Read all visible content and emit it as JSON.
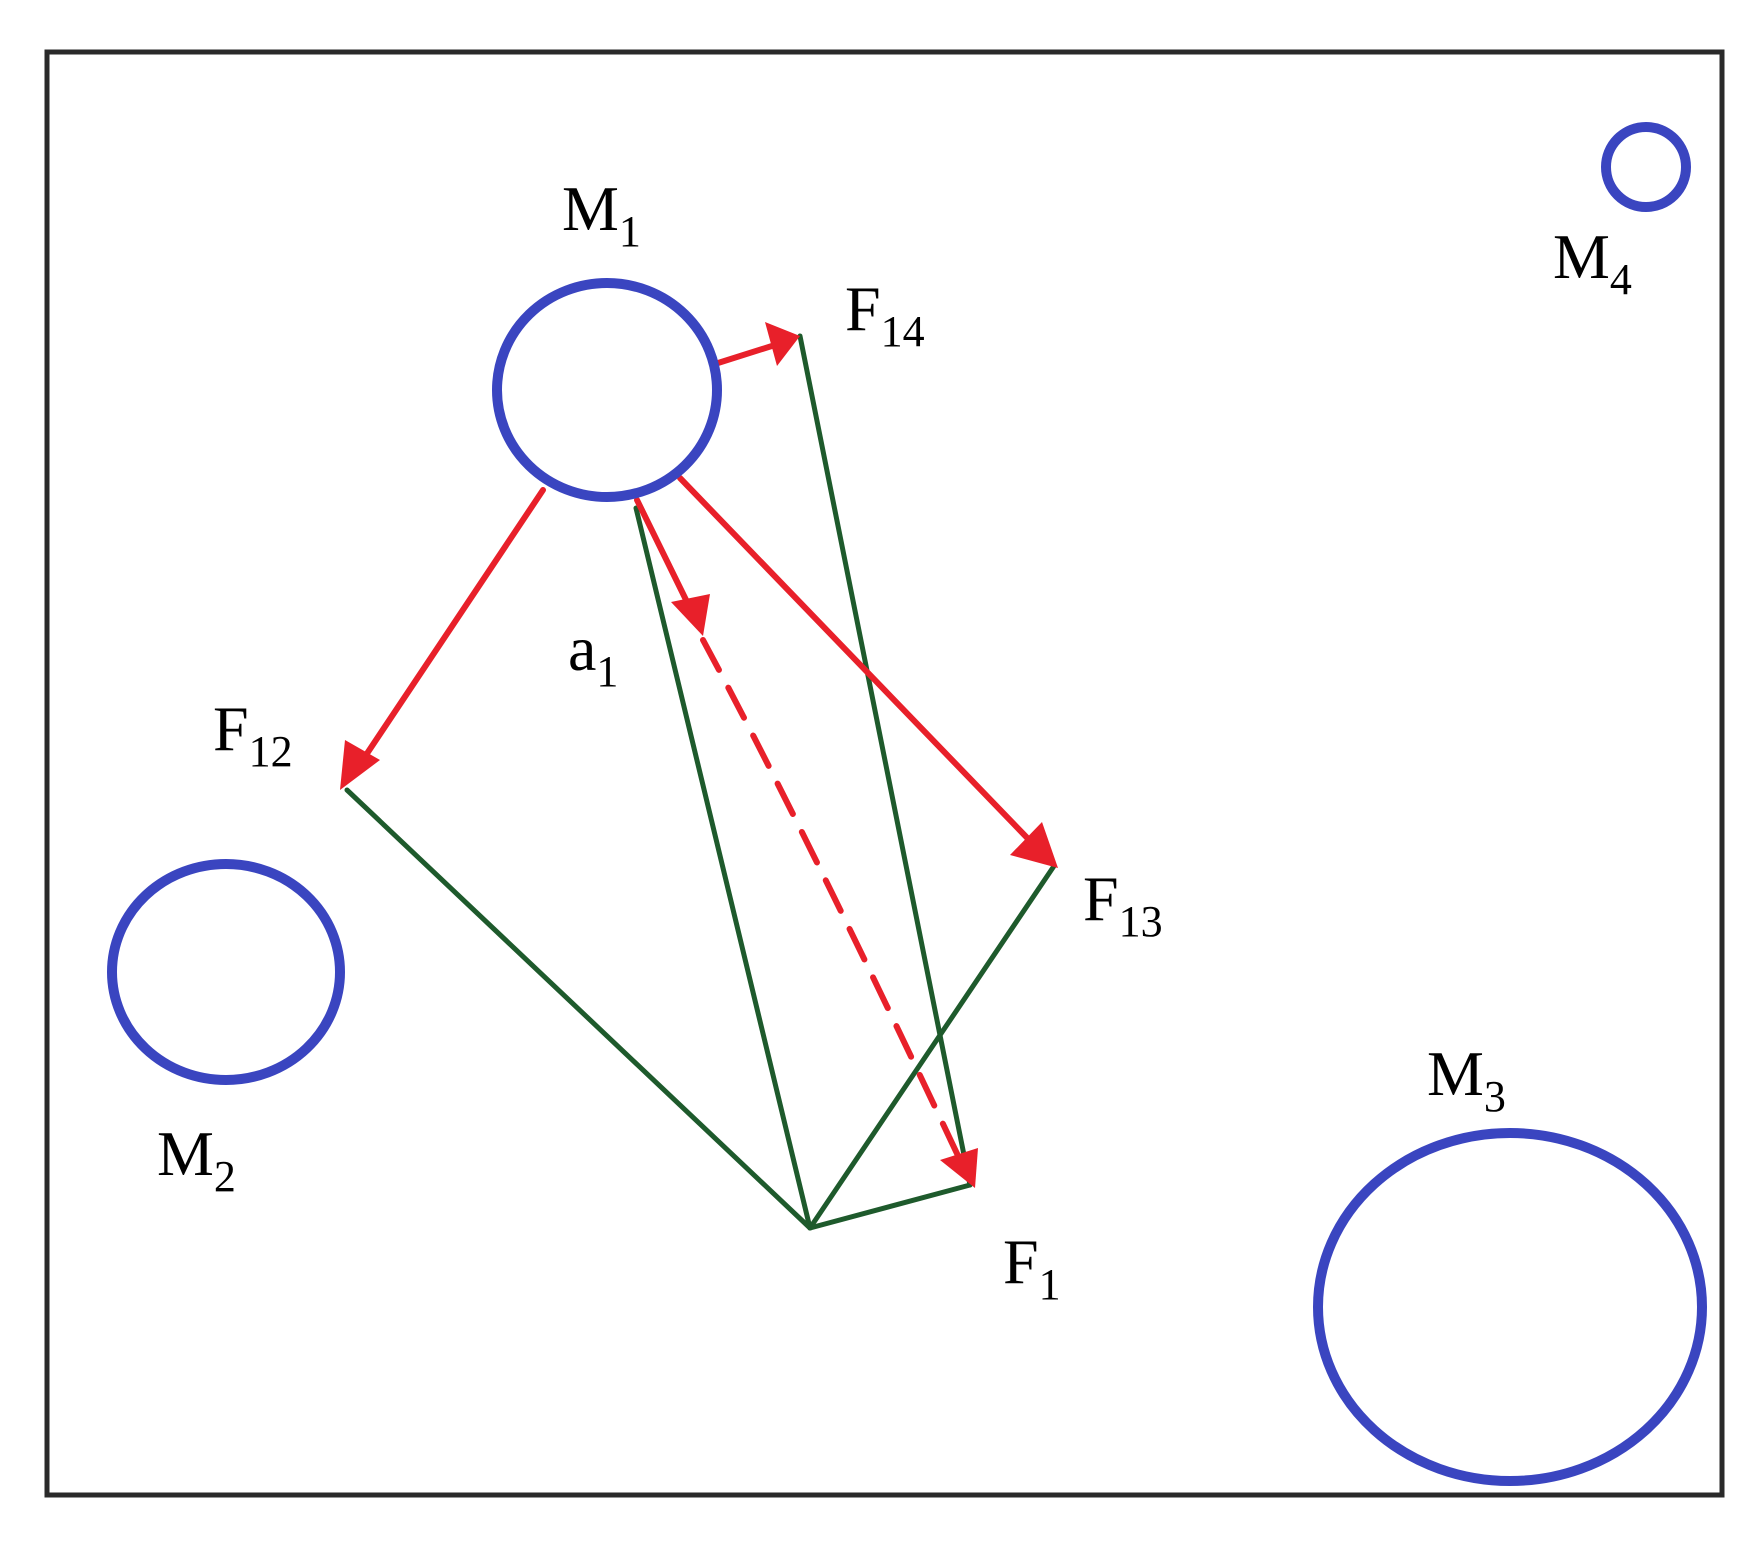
{
  "colors": {
    "frame": "#2a2a2a",
    "mass_stroke": "#3a45c0",
    "force_vector": "#e8202a",
    "construction_line": "#1e5a2c",
    "label": "#000000"
  },
  "masses": [
    {
      "id": "M1",
      "label_main": "M",
      "label_sub": "1"
    },
    {
      "id": "M2",
      "label_main": "M",
      "label_sub": "2"
    },
    {
      "id": "M3",
      "label_main": "M",
      "label_sub": "3"
    },
    {
      "id": "M4",
      "label_main": "M",
      "label_sub": "4"
    }
  ],
  "vectors": [
    {
      "id": "F12",
      "label_main": "F",
      "label_sub": "12",
      "style": "solid"
    },
    {
      "id": "F13",
      "label_main": "F",
      "label_sub": "13",
      "style": "solid"
    },
    {
      "id": "F14",
      "label_main": "F",
      "label_sub": "14",
      "style": "solid"
    },
    {
      "id": "F1",
      "label_main": "F",
      "label_sub": "1",
      "style": "solid"
    },
    {
      "id": "a1",
      "label_main": "a",
      "label_sub": "1",
      "style": "dashed"
    }
  ]
}
